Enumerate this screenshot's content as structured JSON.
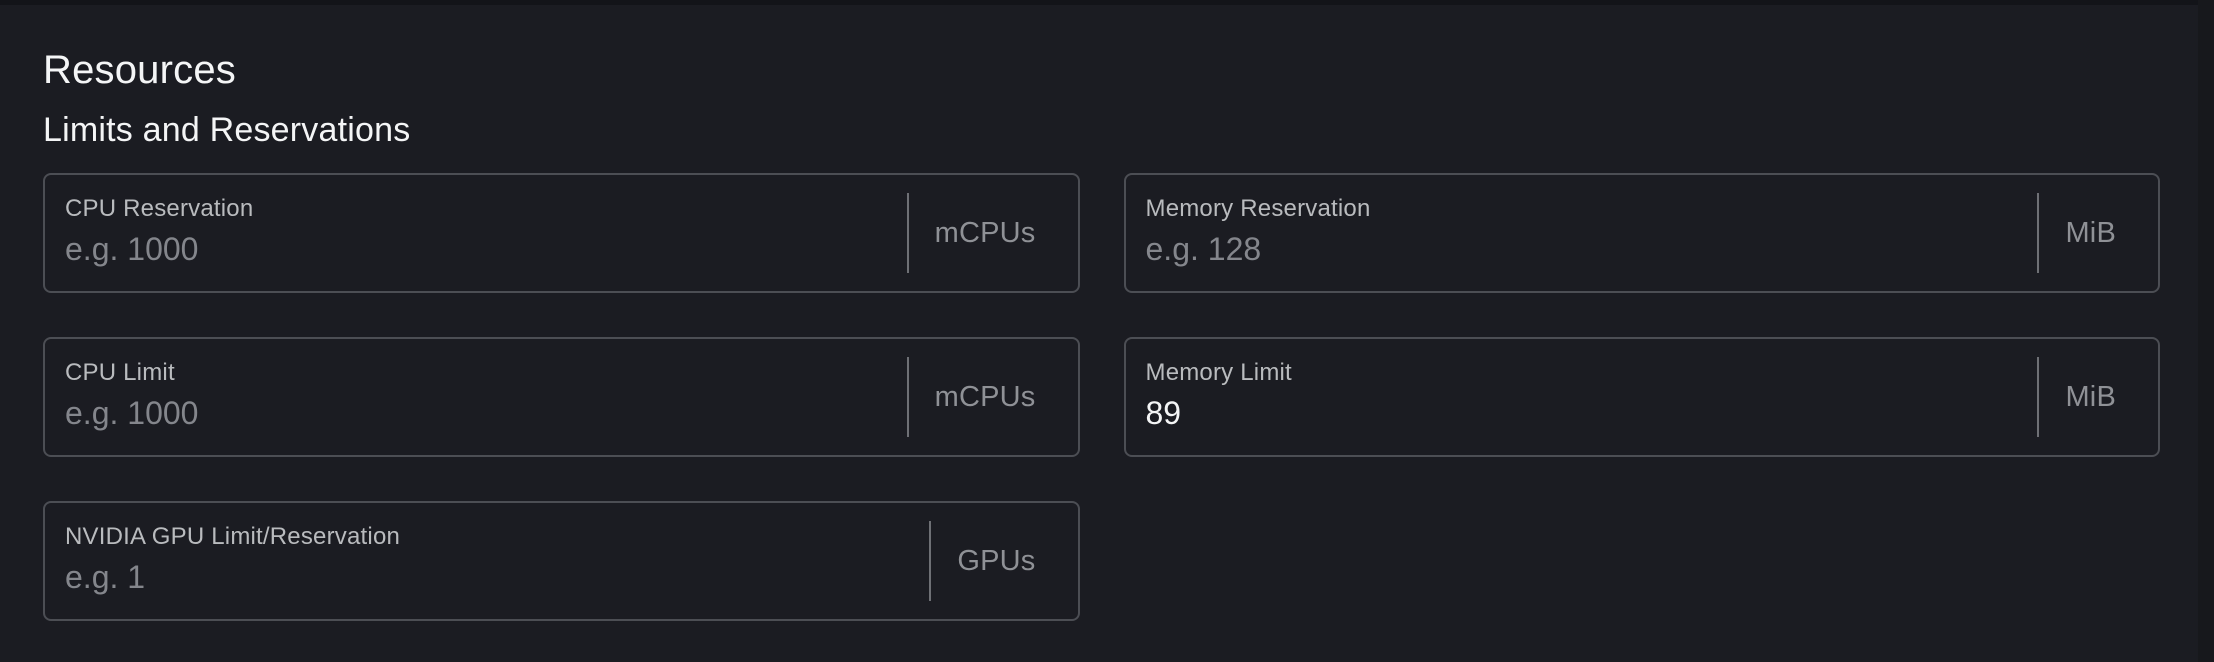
{
  "header": {
    "title": "Resources",
    "subtitle": "Limits and Reservations"
  },
  "fields": [
    {
      "id": "cpu-reservation",
      "label": "CPU Reservation",
      "placeholder": "e.g. 1000",
      "unit": "mCPUs"
    },
    {
      "id": "memory-reservation",
      "label": "Memory Reservation",
      "placeholder": "e.g. 128",
      "unit": "MiB"
    },
    {
      "id": "cpu-limit",
      "label": "CPU Limit",
      "placeholder": "e.g. 1000",
      "unit": "mCPUs"
    },
    {
      "id": "memory-limit",
      "label": "Memory Limit",
      "value": "89",
      "unit": "MiB"
    },
    {
      "id": "nvidia-gpu-limit-reservation",
      "label": "NVIDIA GPU Limit/Reservation",
      "placeholder": "e.g. 1",
      "unit": "GPUs"
    }
  ],
  "theme": {
    "background": "#1b1c22",
    "edge_strip": "#131419",
    "gutter": "#17181c",
    "panel_border": "#4c4e54",
    "text_primary": "#f4f5f6",
    "text_label": "#b9bbbe",
    "text_placeholder": "#84868c",
    "text_unit": "#8f9196",
    "divider": "#6e7075"
  }
}
